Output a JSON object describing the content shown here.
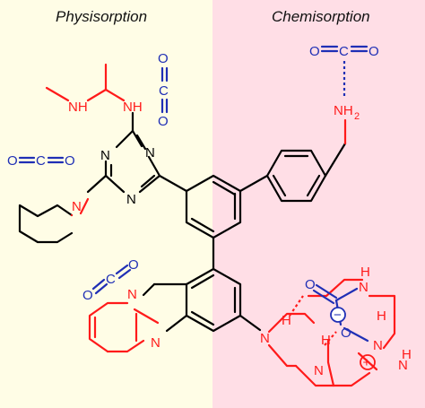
{
  "panels": {
    "left": {
      "title": "Physisorption",
      "background": "#fffde6"
    },
    "right": {
      "title": "Chemisorption",
      "background": "#ffdee6"
    }
  },
  "colors": {
    "bond": "#000000",
    "amine": "#ff1a1a",
    "co2": "#1f2fb5"
  },
  "labels": {
    "O": "O",
    "C": "C",
    "N": "N",
    "H": "H",
    "NH": "NH",
    "NH2_base": "NH",
    "NH2_sub": "2",
    "minus": "−",
    "plus": "+"
  }
}
